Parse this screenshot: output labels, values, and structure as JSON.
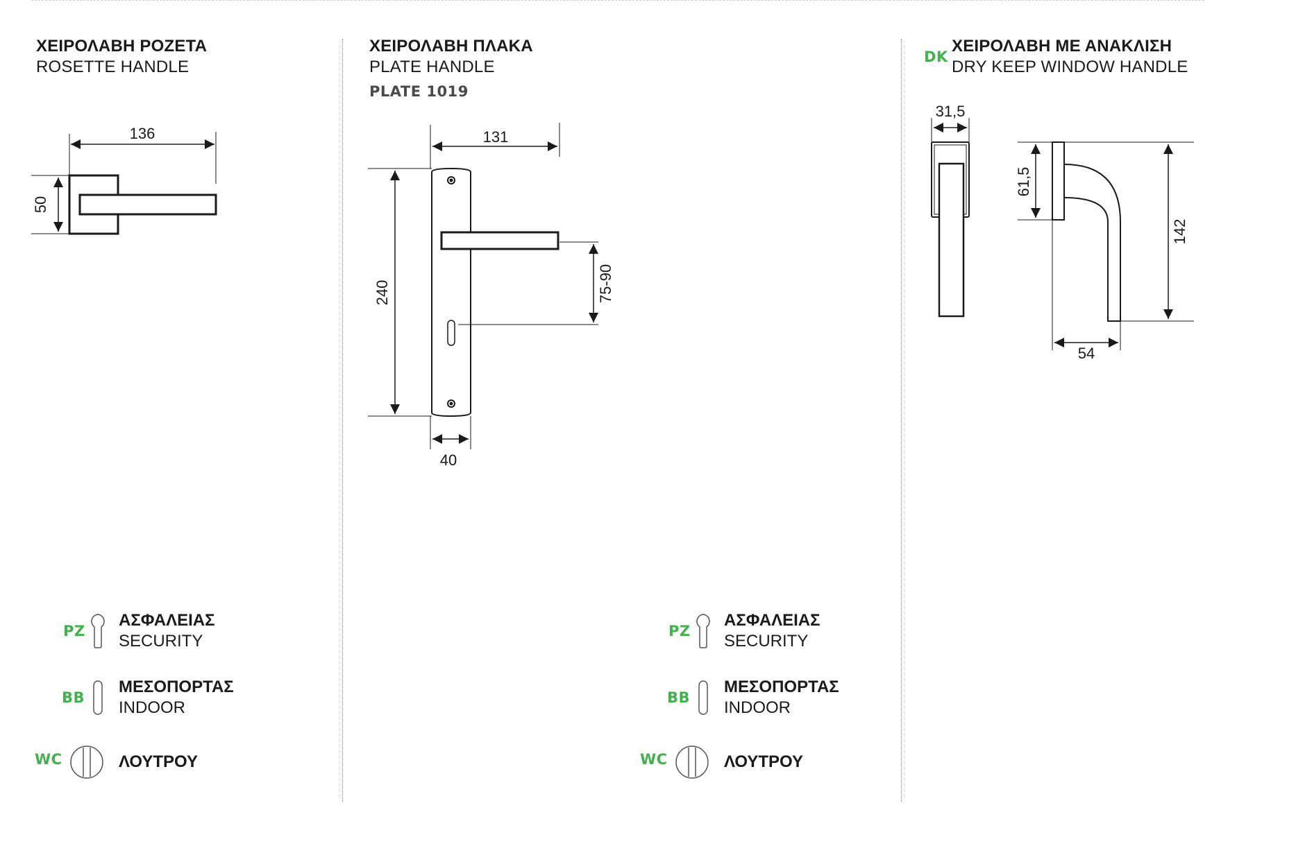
{
  "sections": [
    {
      "title_gr": "ΧΕΙΡΟΛΑΒΗ ΡΟΖΕΤΑ",
      "title_en": "ROSETTE HANDLE",
      "dims": {
        "width": "136",
        "height": "50"
      }
    },
    {
      "title_gr": "ΧΕΙΡΟΛΑΒΗ ΠΛΑΚΑ",
      "title_en": "PLATE HANDLE",
      "model": "PLATE 1019",
      "dims": {
        "length": "131",
        "height": "240",
        "distance": "75-90",
        "width": "40"
      }
    },
    {
      "code": "DK",
      "title_gr": "ΧΕΙΡΟΛΑΒΗ ΜΕ ΑΝΑΚΛΙΣΗ",
      "title_en": "DRY KEEP WINDOW HANDLE",
      "dims": {
        "width": "31,5",
        "rosette": "61,5",
        "height": "142",
        "depth": "54"
      }
    }
  ],
  "legend": [
    {
      "code": "PZ",
      "title_gr": "ΑΣΦΑΛΕΙΑΣ",
      "title_en": "SECURITY",
      "icon": "cylinder-keyhole-icon"
    },
    {
      "code": "BB",
      "title_gr": "ΜΕΣΟΠΟΡΤΑΣ",
      "title_en": "INDOOR",
      "icon": "bit-key-slot-icon"
    },
    {
      "code": "WC",
      "title_gr": "ΛΟΥΤΡΟΥ",
      "title_en": "",
      "icon": "bathroom-lock-icon"
    }
  ],
  "colors": {
    "accent_green": "#3fb24b",
    "line": "#1a1a1a"
  }
}
